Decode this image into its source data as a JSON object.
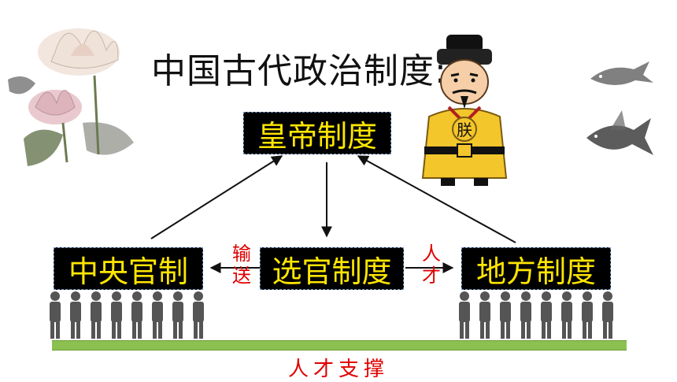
{
  "title": "中国古代政治制度:",
  "nodes": {
    "emperor": "皇帝制度",
    "central": "中央官制",
    "selection": "选官制度",
    "local": "地方制度"
  },
  "labels": {
    "transport": [
      "输",
      "送"
    ],
    "talent": [
      "人",
      "才"
    ],
    "support": "人才支撑"
  },
  "emperor_badge": "朕",
  "colors": {
    "box_bg": "#000000",
    "box_text": "#ffe600",
    "accent_red": "#e00000",
    "ground": "#8cc152"
  }
}
